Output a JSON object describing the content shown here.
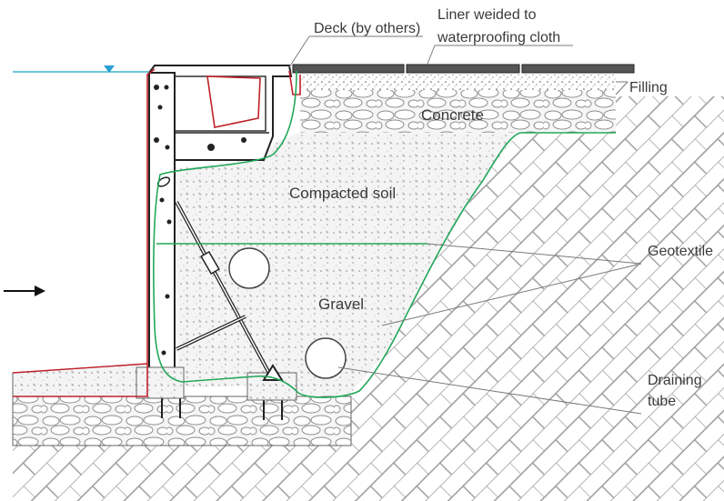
{
  "labels": {
    "deck": "Deck (by others)",
    "liner_line1": "Liner weided to",
    "liner_line2": "waterproofing cloth",
    "filling": "Filling",
    "concrete": "Concrete",
    "compacted_soil": "Compacted soil",
    "gravel": "Gravel",
    "geotextile": "Geotextile",
    "draining_line1": "Draining",
    "draining_line2": "tube"
  },
  "colors": {
    "water_line": "#3fb6c8",
    "geotextile": "#22a85a",
    "liner": "#c0202a",
    "structure": "#222222",
    "hatch": "#9a9a9a",
    "leader": "#7a7a7a",
    "text": "#3a3a3a"
  },
  "icons": [
    "water-level-marker-icon",
    "flow-arrow-icon"
  ]
}
